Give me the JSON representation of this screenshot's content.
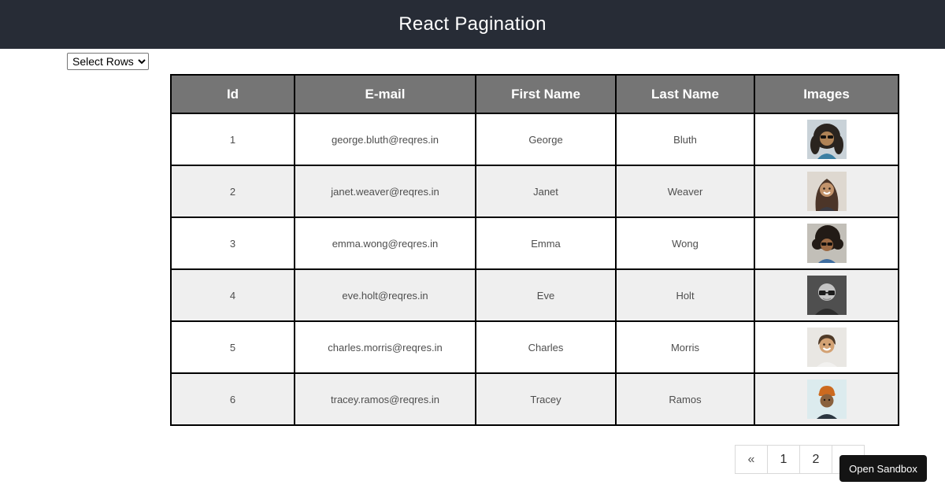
{
  "header": {
    "title": "React Pagination"
  },
  "controls": {
    "select_rows_value": "Select Rows"
  },
  "table": {
    "columns": [
      "Id",
      "E-mail",
      "First Name",
      "Last Name",
      "Images"
    ],
    "rows": [
      {
        "id": "1",
        "email": "george.bluth@reqres.in",
        "first_name": "George",
        "last_name": "Bluth"
      },
      {
        "id": "2",
        "email": "janet.weaver@reqres.in",
        "first_name": "Janet",
        "last_name": "Weaver"
      },
      {
        "id": "3",
        "email": "emma.wong@reqres.in",
        "first_name": "Emma",
        "last_name": "Wong"
      },
      {
        "id": "4",
        "email": "eve.holt@reqres.in",
        "first_name": "Eve",
        "last_name": "Holt"
      },
      {
        "id": "5",
        "email": "charles.morris@reqres.in",
        "first_name": "Charles",
        "last_name": "Morris"
      },
      {
        "id": "6",
        "email": "tracey.ramos@reqres.in",
        "first_name": "Tracey",
        "last_name": "Ramos"
      }
    ]
  },
  "pagination": {
    "prev_label": "«",
    "pages": [
      "1",
      "2"
    ]
  },
  "sandbox": {
    "label": "Open Sandbox"
  },
  "colors": {
    "header_bg": "#272c36",
    "table_header_bg": "#757575",
    "row_alt_bg": "#efefef",
    "table_border": "#000000",
    "cell_text": "#4e4e4e",
    "pagination_border": "#d9d9d9",
    "sandbox_bg": "#141414"
  },
  "avatars": [
    {
      "person": "george-bluth",
      "bg": "#c9d2d8",
      "hair": "#2a241f",
      "skin": "#b08356",
      "shirt": "#3b7fa3"
    },
    {
      "person": "janet-weaver",
      "bg": "#ded8d0",
      "hair": "#4c3528",
      "skin": "#c3946c",
      "shirt": "#3a3a42"
    },
    {
      "person": "emma-wong",
      "bg": "#c2bfb8",
      "hair": "#221b16",
      "skin": "#9c6a44",
      "shirt": "#3e6da0"
    },
    {
      "person": "eve-holt",
      "bg": "#4f4f4f",
      "hair": "#c4c4c4",
      "skin": "#c4c4c4",
      "shirt": "#2d2d2d"
    },
    {
      "person": "charles-morris",
      "bg": "#e9e7e3",
      "hair": "#4f3a28",
      "skin": "#d3a274",
      "shirt": "#f2f1ef"
    },
    {
      "person": "tracey-ramos",
      "bg": "#dcebee",
      "hair": "#cc6a1f",
      "skin": "#8a613d",
      "shirt": "#2b3640"
    }
  ]
}
